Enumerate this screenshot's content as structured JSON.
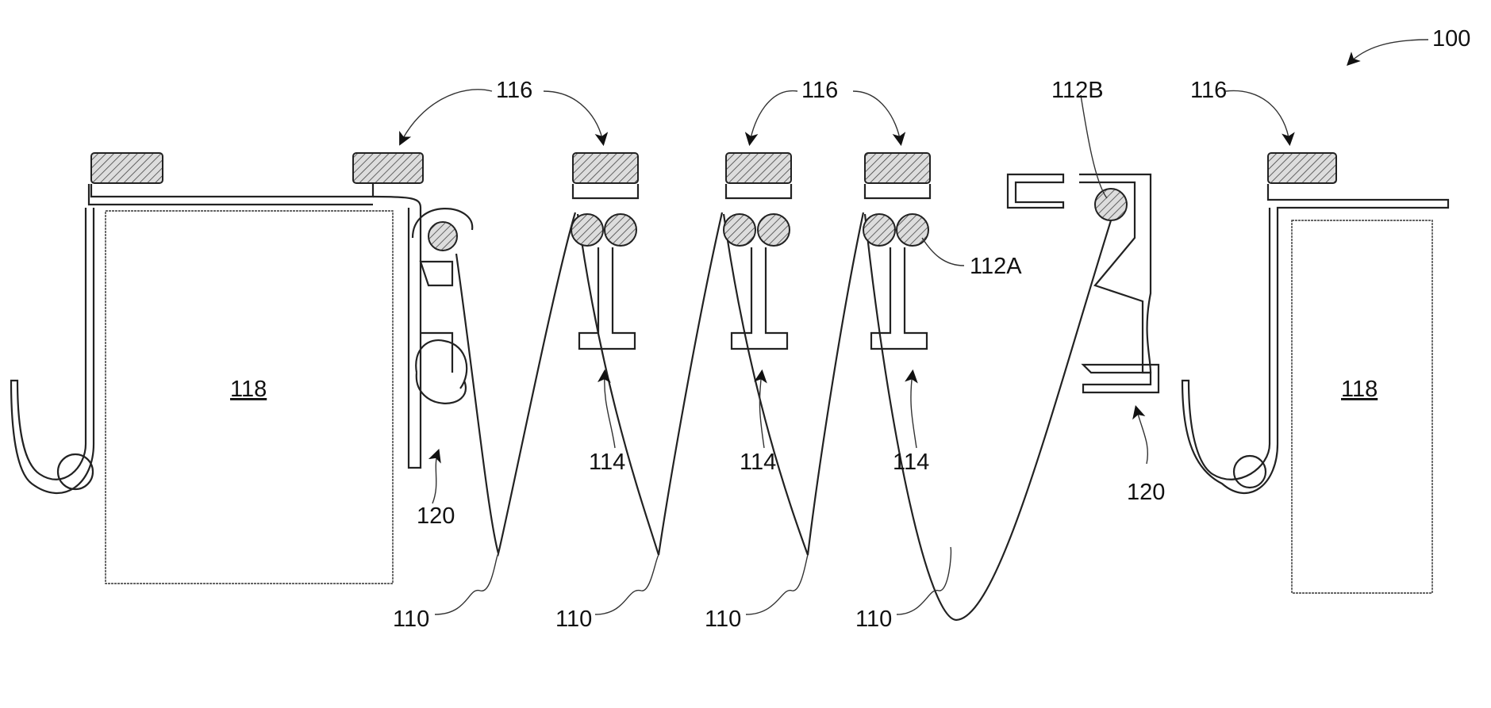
{
  "figure": {
    "ref_assembly": "100",
    "labels": {
      "cap_116_a": "116",
      "cap_116_b": "116",
      "cap_116_c": "116",
      "rod_112a": "112A",
      "rod_112b": "112B",
      "box_118_left": "118",
      "box_118_right": "118",
      "rail_120_left": "120",
      "rail_120_right": "120",
      "carrier_114_a": "114",
      "carrier_114_b": "114",
      "carrier_114_c": "114",
      "pleat_110_a": "110",
      "pleat_110_b": "110",
      "pleat_110_c": "110",
      "pleat_110_d": "110"
    }
  }
}
